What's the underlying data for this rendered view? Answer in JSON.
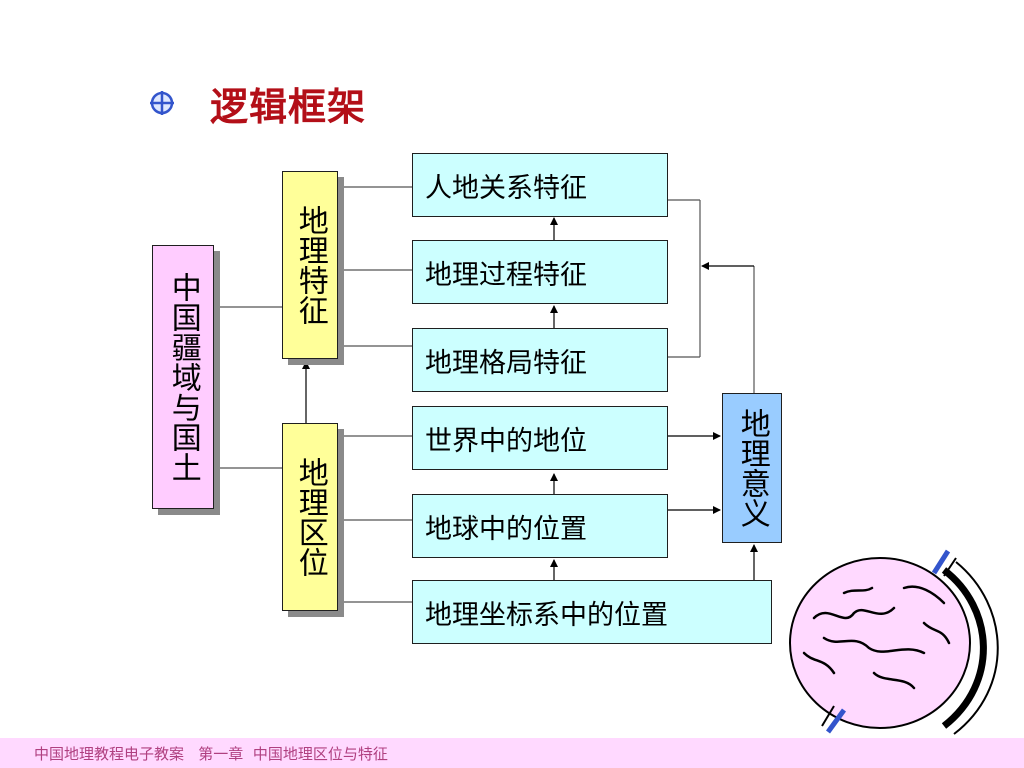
{
  "title": "逻辑框架",
  "left_box": "中国疆域与国土",
  "upper_group": "地理特征",
  "lower_group": "地理区位",
  "upper_items": [
    "人地关系特征",
    "地理过程特征",
    "地理格局特征"
  ],
  "lower_items": [
    "世界中的地位",
    "地球中的位置",
    "地理坐标系中的位置"
  ],
  "right_box": "地理意义",
  "footer": "中国地理教程电子教案   第一章  中国地理区位与特征",
  "colors": {
    "title": "#b30f18",
    "cyan_box": "#ccffff",
    "pink_box": "#ffccff",
    "yellow_box": "#ffff99",
    "blue_box": "#99ccff",
    "footer_bg": "#ffd9ff"
  },
  "icons": [
    "bullet-target-icon",
    "globe-icon"
  ]
}
